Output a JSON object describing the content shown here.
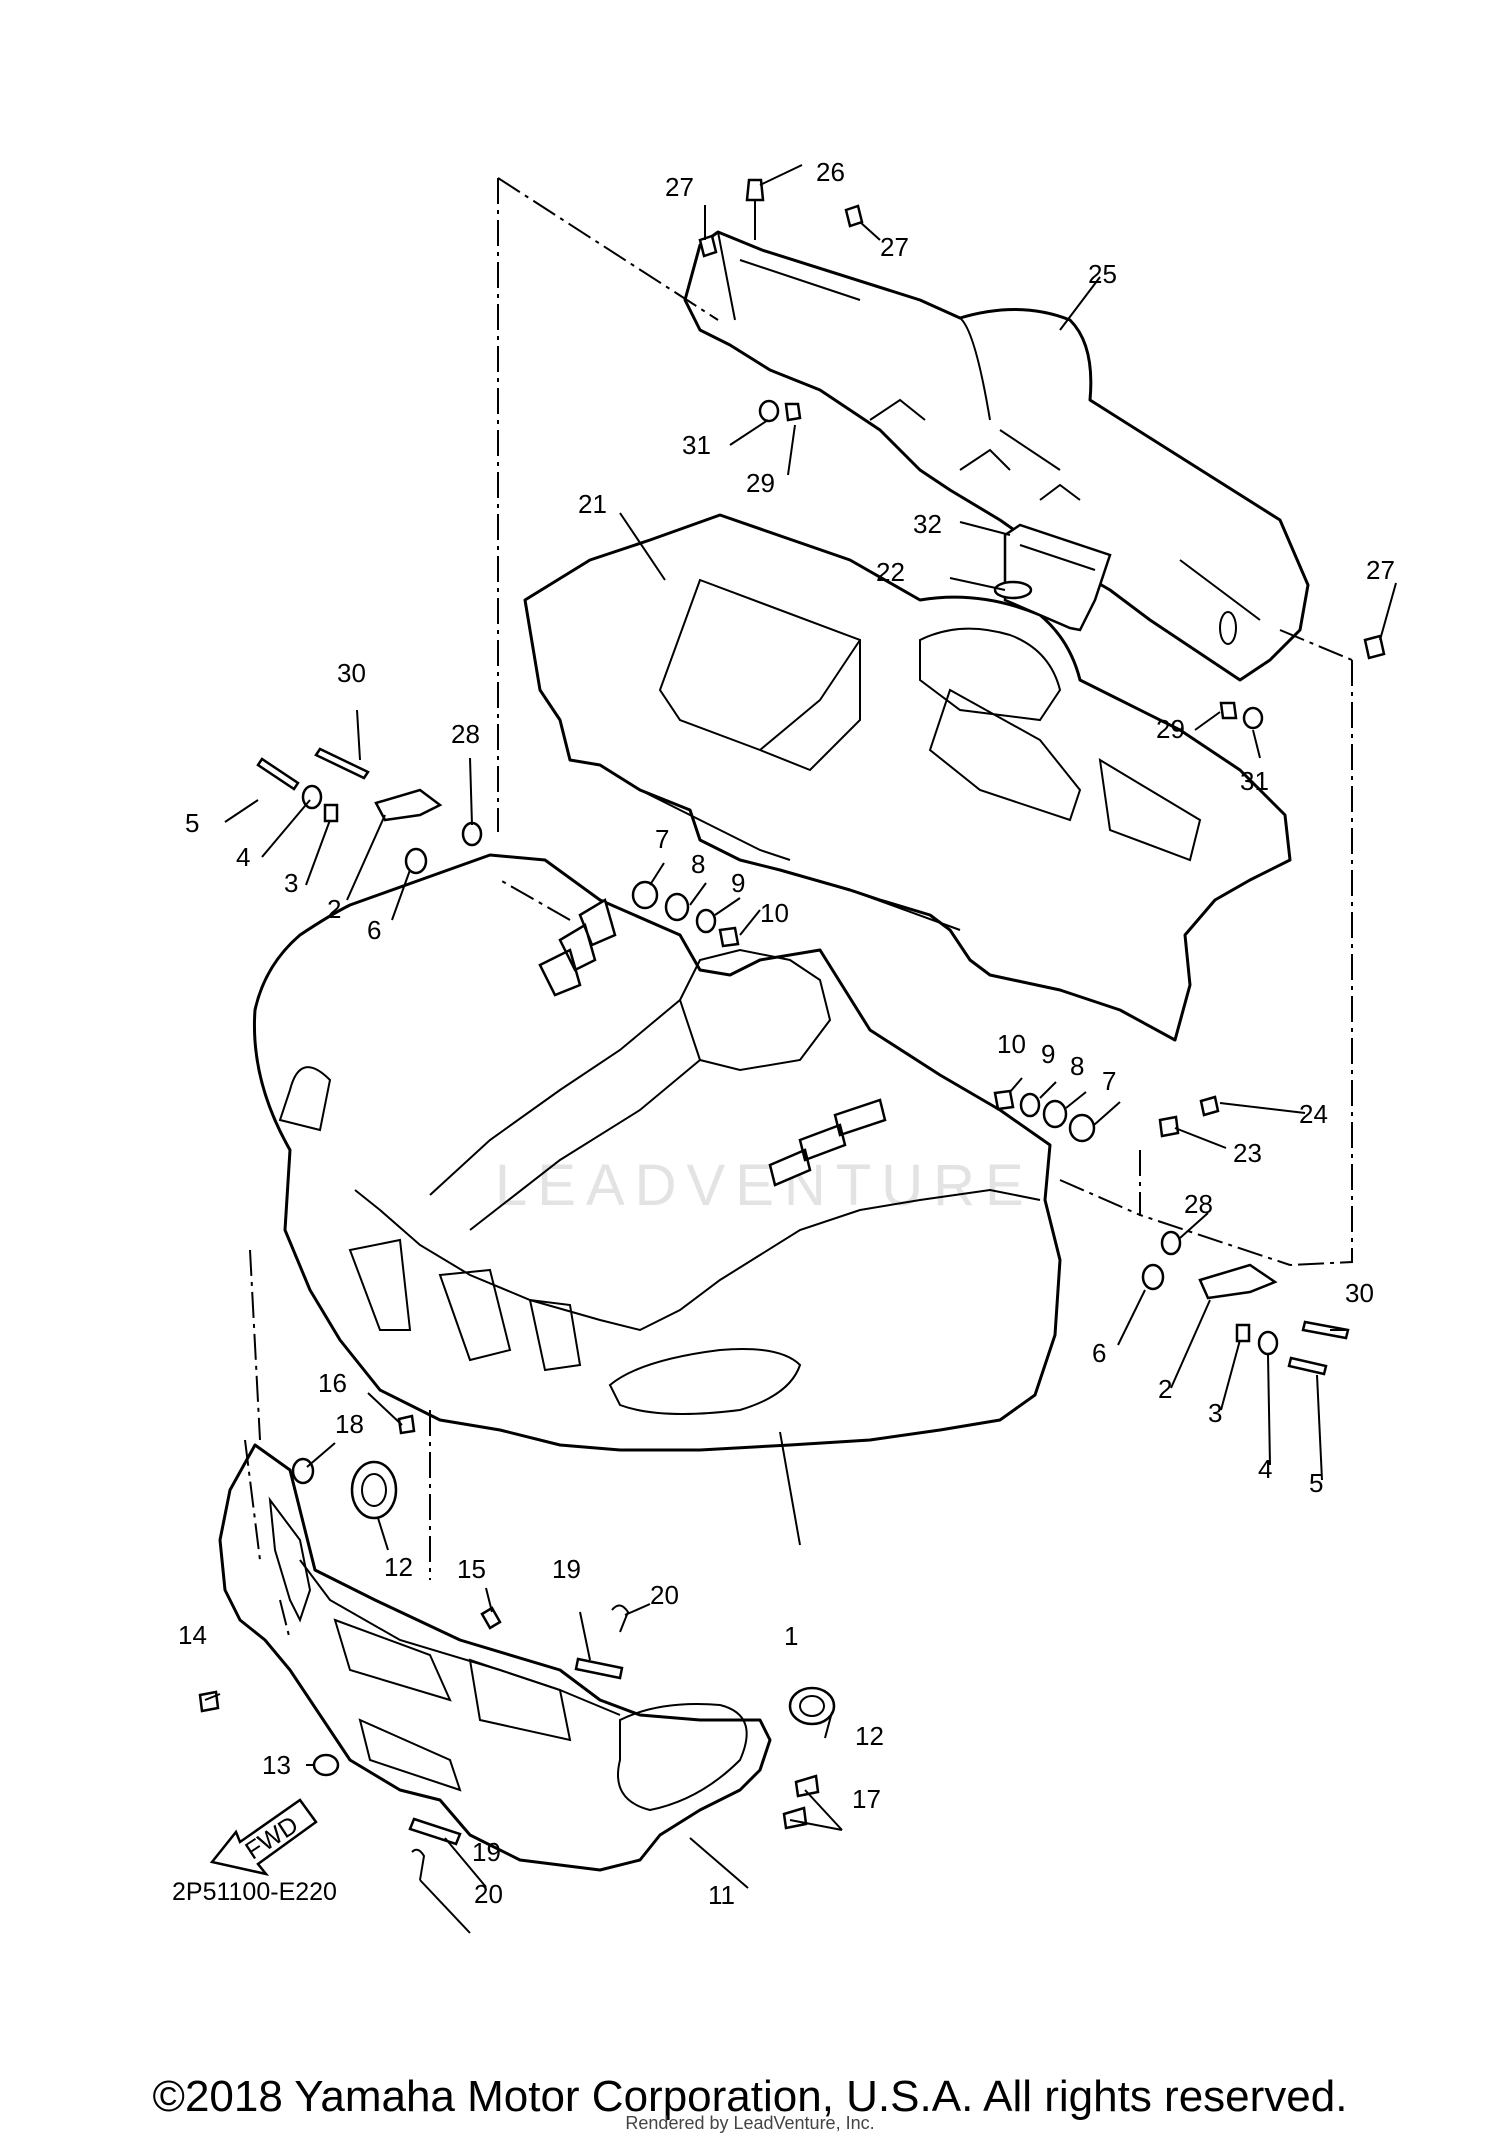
{
  "diagram": {
    "callouts": [
      "1",
      "2",
      "2",
      "3",
      "3",
      "4",
      "4",
      "5",
      "5",
      "6",
      "6",
      "7",
      "7",
      "8",
      "8",
      "9",
      "9",
      "10",
      "10",
      "11",
      "12",
      "12",
      "13",
      "14",
      "15",
      "16",
      "17",
      "18",
      "19",
      "19",
      "20",
      "20",
      "21",
      "22",
      "23",
      "24",
      "25",
      "26",
      "27",
      "27",
      "27",
      "28",
      "28",
      "29",
      "29",
      "30",
      "30",
      "31",
      "31",
      "32"
    ],
    "fwd_label": "FWD",
    "diagram_code": "2P51100-E220",
    "watermark": "LEADVENTURE"
  },
  "footer": {
    "copyright": "©2018 Yamaha Motor Corporation, U.S.A. All rights reserved.",
    "rendered_by": "Rendered by LeadVenture, Inc."
  }
}
